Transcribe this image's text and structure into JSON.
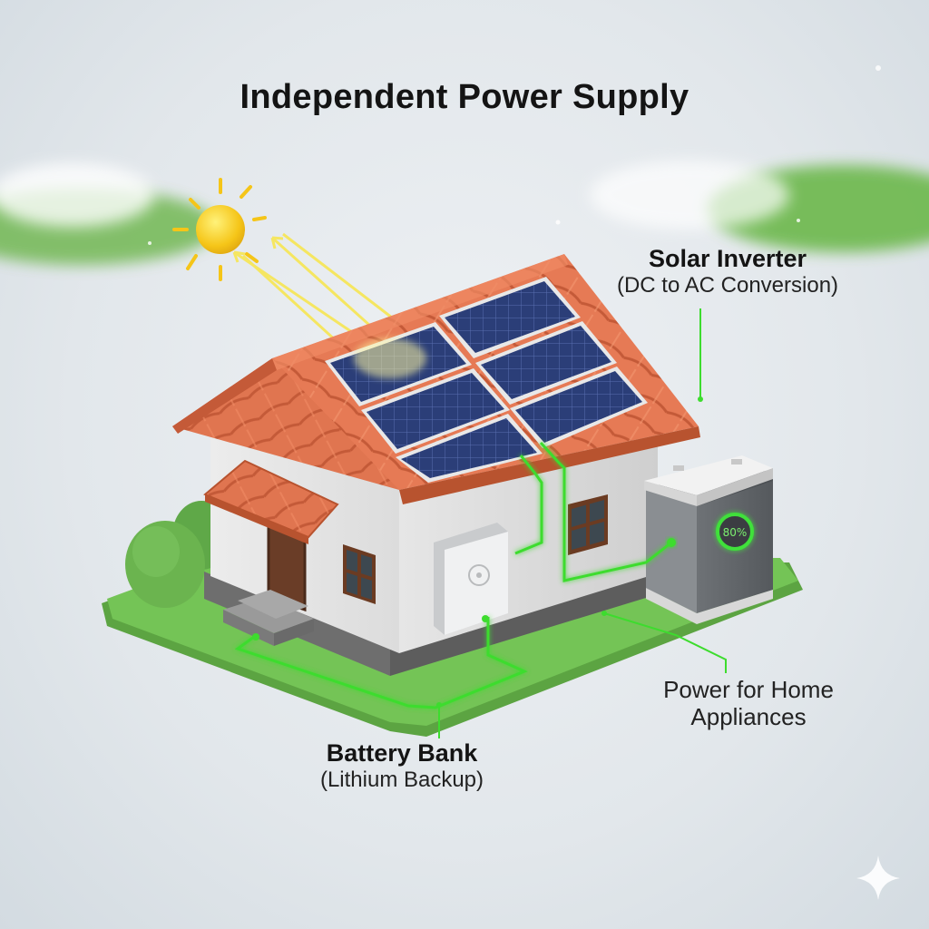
{
  "title": "Independent Power Supply",
  "labels": {
    "inverter": {
      "name": "Solar Inverter",
      "detail": "(DC to AC Conversion)"
    },
    "battery": {
      "name": "Battery Bank",
      "detail": "(Lithium Backup)"
    },
    "appliances": {
      "line1": "Power for Home",
      "line2": "Appliances"
    }
  },
  "battery_level": "80%",
  "colors": {
    "wire": "#3ddc2e",
    "roof": "#e0704c",
    "panel": "#2c3f7a",
    "lawn": "#6dbf4e",
    "sun": "#f5c518"
  },
  "icons": [
    "sun-icon",
    "sparkle-icon"
  ]
}
